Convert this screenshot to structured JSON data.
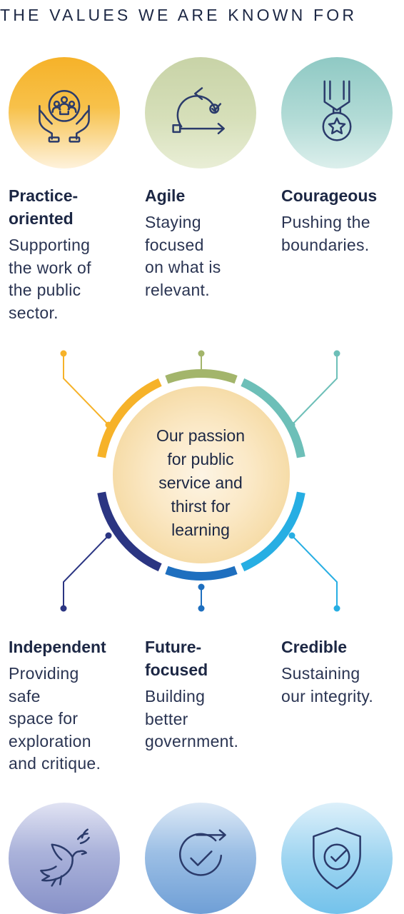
{
  "heading": "THE VALUES WE ARE KNOWN FOR",
  "top_values": [
    {
      "title_lines": [
        "Practice-",
        "oriented"
      ],
      "desc_lines": [
        "Supporting",
        "the work of",
        "the public",
        "sector."
      ],
      "icon": "hands-holding-people-icon",
      "color": "#f6b229"
    },
    {
      "title_lines": [
        "Agile"
      ],
      "desc_lines": [
        "Staying",
        "focused",
        "on what is",
        "relevant."
      ],
      "icon": "agile-loop-arrows-icon",
      "color": "#a3b56b"
    },
    {
      "title_lines": [
        "Courageous"
      ],
      "desc_lines": [
        "Pushing the",
        "boundaries."
      ],
      "icon": "medal-icon",
      "color": "#6dbfb8"
    }
  ],
  "bottom_values": [
    {
      "title_lines": [
        "Independent"
      ],
      "desc_lines": [
        "Providing",
        "safe",
        "space for",
        "exploration",
        "and critique."
      ],
      "icon": "dove-icon",
      "color": "#2b3582"
    },
    {
      "title_lines": [
        "Future-",
        "focused"
      ],
      "desc_lines": [
        "Building",
        "better",
        "government."
      ],
      "icon": "circular-arrow-check-icon",
      "color": "#1e6fbf"
    },
    {
      "title_lines": [
        "Credible"
      ],
      "desc_lines": [
        "Sustaining",
        "our integrity."
      ],
      "icon": "shield-check-icon",
      "color": "#27aee3"
    }
  ],
  "center_lines": [
    "Our passion",
    "for public",
    "service and",
    "thirst for",
    "learning"
  ],
  "colors": {
    "text": "#1c2744",
    "icon_stroke": "#2b3b6b"
  }
}
